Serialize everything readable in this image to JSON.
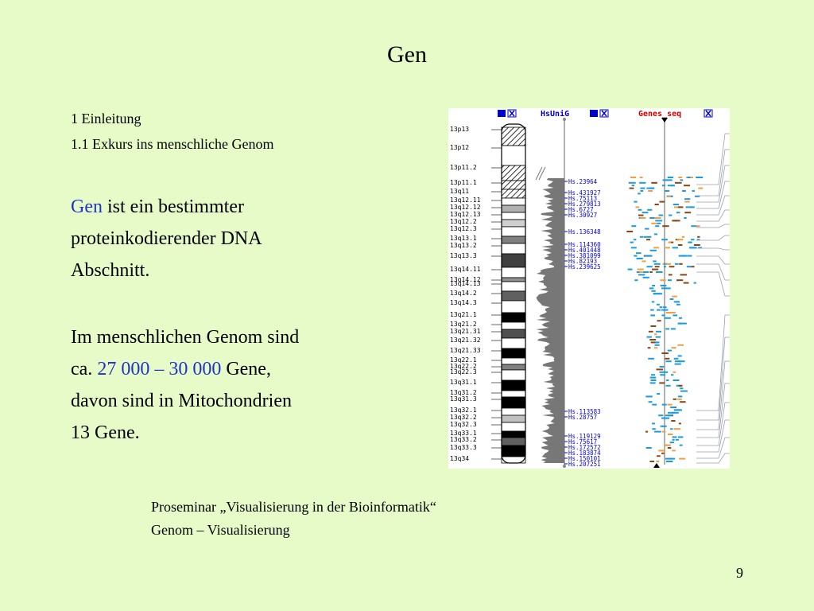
{
  "slide": {
    "title": "Gen",
    "subtitle_1": "1 Einleitung",
    "subtitle_2": "1.1 Exkurs ins menschliche Genom",
    "para1": {
      "highlight": "Gen",
      "rest_line1": " ist ein bestimmter",
      "line2": "proteinkodierender DNA",
      "line3": "Abschnitt."
    },
    "para2": {
      "line1": "Im menschlichen Genom sind",
      "line2_prefix": "ca. ",
      "line2_highlight": "27 000 – 30 000",
      "line2_suffix": " Gene,",
      "line3": "davon sind in Mitochondrien",
      "line4": "13 Gene."
    },
    "footer_1": "Proseminar „Visualisierung in der Bioinformatik“",
    "footer_2": "Genom – Visualisierung",
    "page_number": "9"
  },
  "figure": {
    "track_headers": [
      "HsUniG",
      "Genes_seq"
    ],
    "bands": [
      "13p13",
      "13p12",
      "13p11.2",
      "13p11.1",
      "13q11",
      "13q12.11",
      "13q12.12",
      "13q12.13",
      "13q12.2",
      "13q12.3",
      "13q13.1",
      "13q13.2",
      "13q13.3",
      "13q14.11",
      "13q14.12",
      "13q14.13",
      "13q14.2",
      "13q14.3",
      "13q21.1",
      "13q21.2",
      "13q21.31",
      "13q21.32",
      "13q21.33",
      "13q22.1",
      "13q22.2",
      "13q22.3",
      "13q31.1",
      "13q31.2",
      "13q31.3",
      "13q32.1",
      "13q32.2",
      "13q32.3",
      "13q33.1",
      "13q33.2",
      "13q33.3",
      "13q34"
    ],
    "unigene_labels": [
      "Hs.23964",
      "Hs.431927",
      "Hs.75113",
      "Hs.279813",
      "Hs.6727",
      "Hs.30927",
      "Hs.136348",
      "Hs.114360",
      "Hs.401448",
      "Hs.381099",
      "Hs.82193",
      "Hs.239625",
      "Hs.113583",
      "Hs.28757",
      "Hs.119129",
      "Hs.75617",
      "Hs.172572",
      "Hs.183874",
      "Hs.150101",
      "Hs.207251"
    ],
    "colors": {
      "header_blue": "#0000cc",
      "header_red": "#cc0000",
      "label_blue": "#0000ee",
      "gene_blue": "#1a9be0",
      "gene_brown": "#8b4513",
      "gene_orange": "#f0a040"
    }
  }
}
